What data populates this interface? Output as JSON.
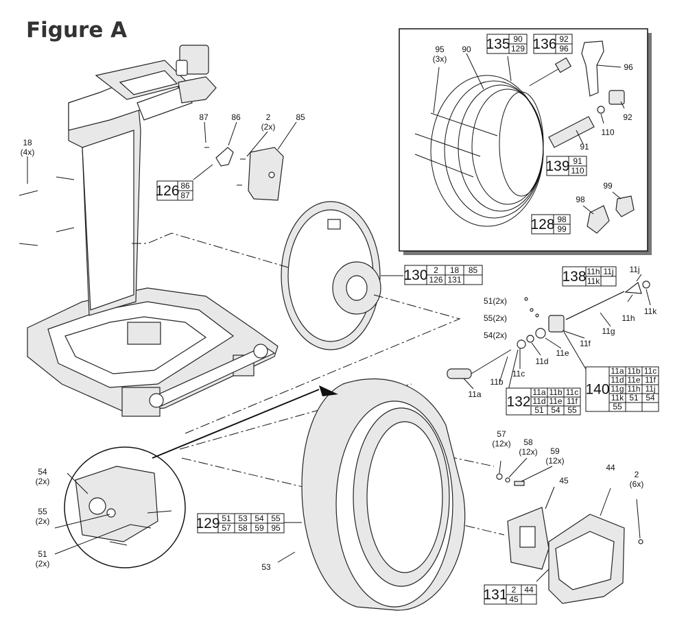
{
  "title": "Figure A",
  "callouts": {
    "c18": "18",
    "c18q": "(4x)",
    "c87": "87",
    "c86": "86",
    "c2a": "2",
    "c2aq": "(2x)",
    "c85": "85",
    "c95": "95",
    "c95q": "(3x)",
    "c90": "90",
    "c96": "96",
    "c92": "92",
    "c110": "110",
    "c91": "91",
    "c99": "99",
    "c98": "98",
    "c11j": "11j",
    "c11h": "11h",
    "c11k": "11k",
    "c11g": "11g",
    "c11f": "11f",
    "c11e": "11e",
    "c11d": "11d",
    "c11c": "11c",
    "c11b": "11b",
    "c11a": "11a",
    "c51a": "51(2x)",
    "c55a": "55(2x)",
    "c54a": "54(2x)",
    "c57": "57",
    "c57q": "(12x)",
    "c58": "58",
    "c58q": "(12x)",
    "c59": "59",
    "c59q": "(12x)",
    "c45": "45",
    "c44": "44",
    "c2b": "2",
    "c2bq": "(6x)",
    "c53": "53",
    "c54b": "54",
    "c54bq": "(2x)",
    "c55b": "55",
    "c55bq": "(2x)",
    "c51b": "51",
    "c51bq": "(2x)"
  },
  "kits": [
    {
      "id": "126",
      "rows": [
        [
          "86"
        ],
        [
          "87"
        ]
      ]
    },
    {
      "id": "135",
      "rows": [
        [
          "90"
        ],
        [
          "129"
        ]
      ]
    },
    {
      "id": "136",
      "rows": [
        [
          "92"
        ],
        [
          "96"
        ]
      ]
    },
    {
      "id": "139",
      "rows": [
        [
          "91"
        ],
        [
          "110"
        ]
      ]
    },
    {
      "id": "128",
      "rows": [
        [
          "98"
        ],
        [
          "99"
        ]
      ]
    },
    {
      "id": "130",
      "rows": [
        [
          "2",
          "18",
          "85"
        ],
        [
          "126",
          "131",
          ""
        ]
      ]
    },
    {
      "id": "138",
      "rows": [
        [
          "11h",
          "11j"
        ],
        [
          "11k",
          ""
        ]
      ]
    },
    {
      "id": "132",
      "rows": [
        [
          "11a",
          "11b",
          "11c"
        ],
        [
          "11d",
          "11e",
          "11f"
        ],
        [
          "51",
          "54",
          "55"
        ]
      ]
    },
    {
      "id": "140",
      "rows": [
        [
          "11a",
          "11b",
          "11c"
        ],
        [
          "11d",
          "11e",
          "11f"
        ],
        [
          "11g",
          "11h",
          "11j"
        ],
        [
          "11k",
          "51",
          "54"
        ],
        [
          "55",
          "",
          ""
        ]
      ]
    },
    {
      "id": "129",
      "rows": [
        [
          "51",
          "53",
          "54",
          "55"
        ],
        [
          "57",
          "58",
          "59",
          "95"
        ]
      ]
    },
    {
      "id": "131",
      "rows": [
        [
          "2",
          "44"
        ],
        [
          "45",
          ""
        ]
      ]
    }
  ]
}
